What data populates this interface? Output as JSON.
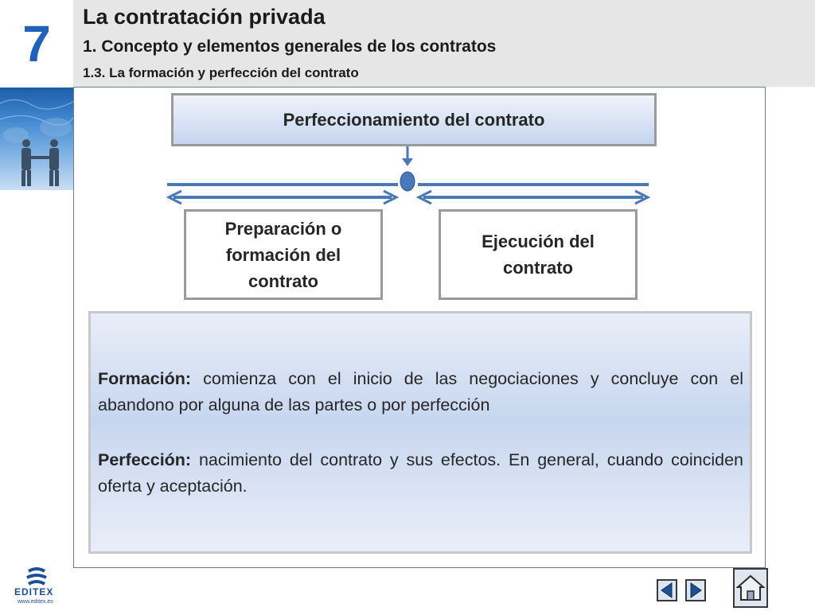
{
  "header": {
    "chapter_number": "7",
    "title": "La contratación privada",
    "subtitle": "1. Concepto y elementos generales de los contratos",
    "subsubtitle": "1.3. La formación y perfección del contrato"
  },
  "diagram": {
    "top_box": "Perfeccionamiento del contrato",
    "left_box": [
      "Preparación o",
      "formación del",
      "contrato"
    ],
    "right_box": [
      "Ejecución del",
      "contrato"
    ]
  },
  "info": {
    "p1_label": "Formación:",
    "p1_text": " comienza con el inicio de las negociaciones y concluye con el abandono por alguna de las partes  o por perfección",
    "p2_label": "Perfección:",
    "p2_text": " nacimiento del contrato y sus efectos. En general, cuando coinciden  oferta y aceptación."
  },
  "footer": {
    "logo_text": "EDITEX",
    "logo_url": "www.editex.es"
  },
  "icons": {
    "prev": "prev-arrow-icon",
    "next": "next-arrow-icon",
    "home": "home-icon"
  },
  "colors": {
    "accent": "#1f62b8",
    "arrow": "#4a78b8",
    "panel": "#c7d6ef"
  }
}
